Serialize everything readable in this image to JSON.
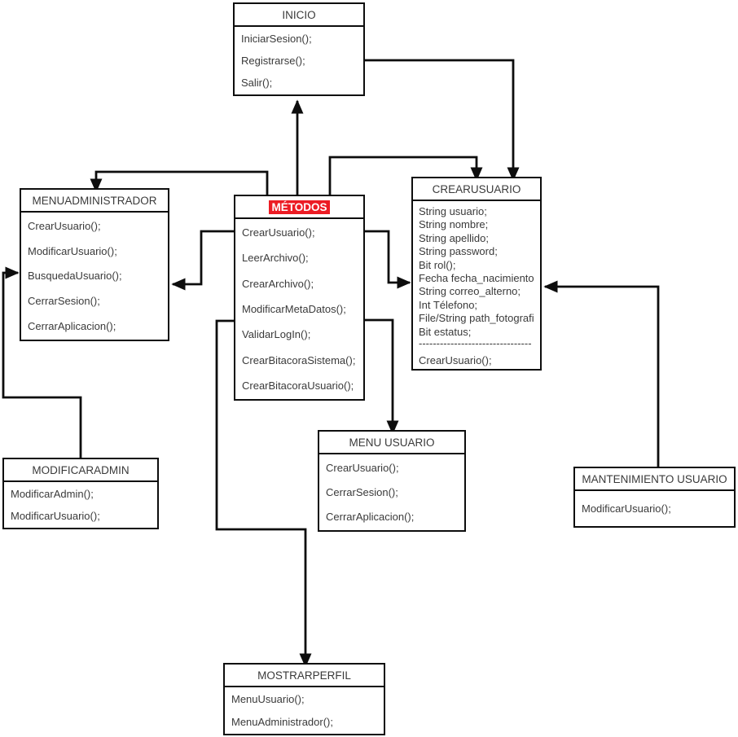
{
  "diagram": {
    "accent_red": "#ec1c24",
    "line_color": "#0d0d0d",
    "boxes": [
      {
        "id": "inicio",
        "title": "INICIO",
        "items": [
          "IniciarSesion();",
          "Registrarse();",
          "Salir();"
        ]
      },
      {
        "id": "menuadministrador",
        "title": "MENUADMINISTRADOR",
        "items": [
          "CrearUsuario();",
          "ModificarUsuario();",
          "BusquedaUsuario();",
          "CerrarSesion();",
          "CerrarAplicacion();"
        ]
      },
      {
        "id": "metodos",
        "title": "MÉTODOS",
        "title_highlighted": true,
        "items": [
          "CrearUsuario();",
          "LeerArchivo();",
          "CrearArchivo();",
          "ModificarMetaDatos();",
          "ValidarLogIn();",
          "CrearBitacoraSistema();",
          "CrearBitacoraUsuario();"
        ]
      },
      {
        "id": "crearusuario",
        "title": "CREARUSUARIO",
        "attributes": [
          "String usuario;",
          "String nombre;",
          "String apellido;",
          "String password;",
          "Bit rol();",
          "Fecha fecha_nacimiento",
          "String correo_alterno;",
          "Int Télefono;",
          "File/String path_fotografi",
          "Bit estatus;"
        ],
        "separator": "--------------------------------",
        "items": [
          "CrearUsuario();"
        ]
      },
      {
        "id": "modificaradmin",
        "title": "MODIFICARADMIN",
        "items": [
          "ModificarAdmin();",
          "ModificarUsuario();"
        ]
      },
      {
        "id": "menu-usuario",
        "title": "MENU USUARIO",
        "items": [
          "CrearUsuario();",
          "CerrarSesion();",
          "CerrarAplicacion();"
        ]
      },
      {
        "id": "mantenimiento-usuario",
        "title": "MANTENIMIENTO USUARIO",
        "items": [
          "ModificarUsuario();"
        ]
      },
      {
        "id": "mostrarperfil",
        "title": "MOSTRARPERFIL",
        "items": [
          "MenuUsuario();",
          "MenuAdministrador();"
        ]
      }
    ],
    "connectors": [
      {
        "from": "metodos",
        "to": "inicio"
      },
      {
        "from": "metodos",
        "to": "crearusuario",
        "route": "top"
      },
      {
        "from": "inicio",
        "to": "crearusuario"
      },
      {
        "from": "metodos",
        "to": "menuadministrador",
        "route": "top"
      },
      {
        "from": "metodos",
        "to": "menuadministrador",
        "route": "side"
      },
      {
        "from": "metodos",
        "to": "crearusuario",
        "route": "side"
      },
      {
        "from": "metodos",
        "to": "menu-usuario"
      },
      {
        "from": "metodos",
        "to": "mostrarperfil"
      },
      {
        "from": "modificaradmin",
        "to": "menuadministrador"
      },
      {
        "from": "mantenimiento-usuario",
        "to": "crearusuario"
      }
    ]
  }
}
